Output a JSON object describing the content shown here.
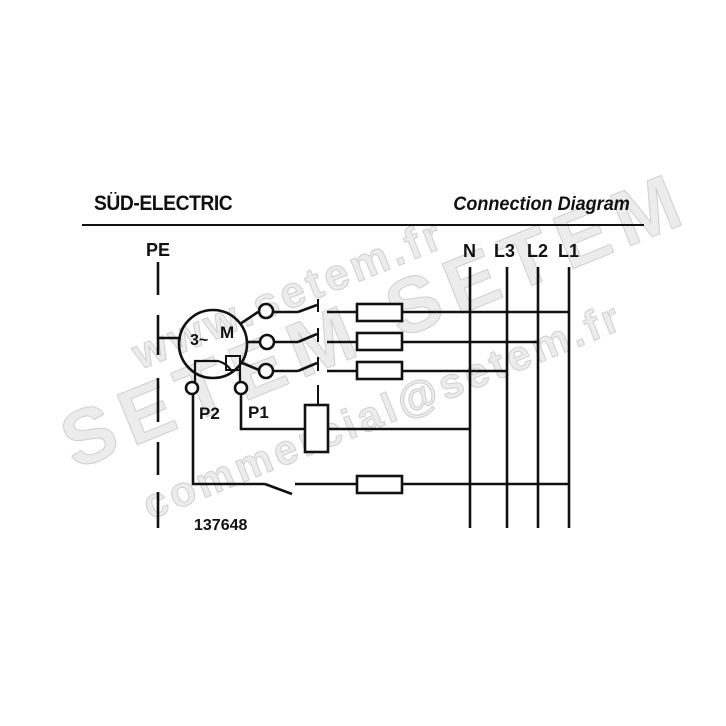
{
  "header": {
    "brand": "SÜD-ELECTRIC",
    "title": "Connection Diagram"
  },
  "diagram": {
    "earth_label": "PE",
    "bus_labels": [
      "N",
      "L3",
      "L2",
      "L1"
    ],
    "motor": {
      "phase_label": "3~",
      "motor_label": "M"
    },
    "thermal_contacts": [
      "P2",
      "P1"
    ],
    "part_number": "137648"
  },
  "watermarks": [
    "www.setem.fr",
    "SETEM SETEM",
    "commercial@setem.fr"
  ],
  "colors": {
    "line": "#111111",
    "watermark": "#e4e4e4",
    "watermark_shadow": "#c8c8c8",
    "background": "#ffffff"
  }
}
